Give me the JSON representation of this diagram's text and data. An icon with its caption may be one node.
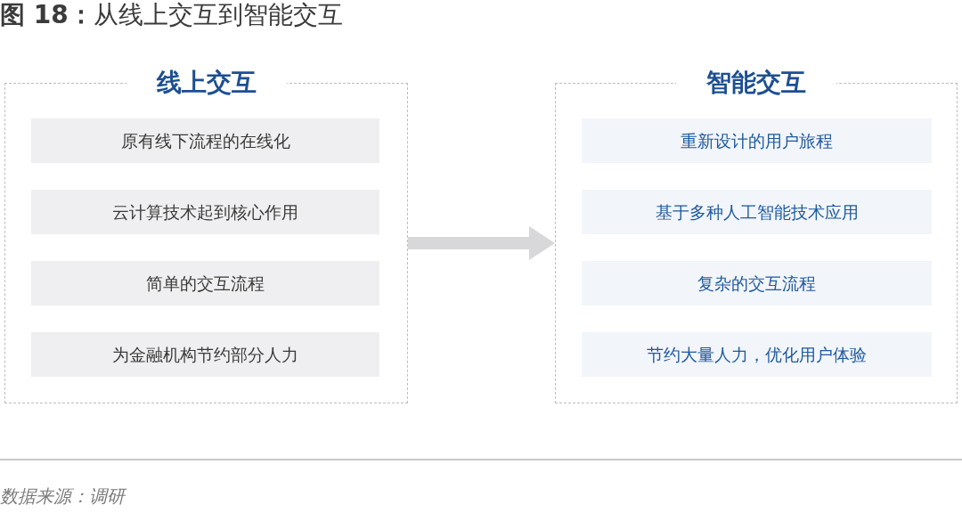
{
  "diagram": {
    "title": "**图 18：**从线上交互到智能交互",
    "nodes": [
      {
        "text": [
          "线上交互"
        ]
      },
      {
        "text": [
          "原有线下流程的在线化"
        ],
        "in": 0
      },
      {
        "text": [
          "云计算技术起到核心作用"
        ],
        "in": 0
      },
      {
        "text": [
          "简单的交互流程"
        ],
        "in": 0
      },
      {
        "text": [
          "为金融机构节约部分人力"
        ],
        "in": 0
      },
      {
        "text": [
          "智能交互"
        ]
      },
      {
        "text": [
          "重新设计的用户旅程"
        ],
        "in": 5
      },
      {
        "text": [
          "基于多种人工智能技术应用"
        ],
        "in": 5
      },
      {
        "text": [
          "复杂的交互流程"
        ],
        "in": 5
      },
      {
        "text": [
          "节约大量人力，优化用户体验"
        ],
        "in": 5
      }
    ],
    "edges": [
      {
        "from": 0,
        "to": 5,
        "arrow": "to"
      }
    ],
    "caption": "数据来源：调研"
  }
}
